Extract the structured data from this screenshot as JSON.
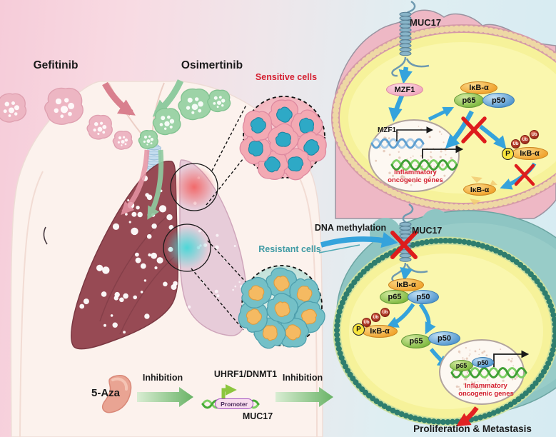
{
  "header": {
    "gefitinib": "Gefitinib",
    "osimertinib": "Osimertinib"
  },
  "callouts": {
    "sensitive": "Sensitive cells",
    "resistant": "Resistant cells"
  },
  "proteins": {
    "muc17": "MUC17",
    "mzf1": "MZF1",
    "ikba": "IκB-α",
    "p65": "p65",
    "p50": "p50",
    "ub": "Ub",
    "phospho": "P"
  },
  "nucleus": {
    "genes_line1": "Inflammatory",
    "genes_line2": "oncogenic genes"
  },
  "annotations": {
    "dna_methylation": "DNA methylation",
    "outcome": "Proliferation & Metastasis"
  },
  "pathway": {
    "drug": "5-Aza",
    "inhibition1": "Inhibition",
    "enzymes": "UHRF1/DNMT1",
    "promoter": "Promoter",
    "gene": "MUC17",
    "inhibition2": "Inhibition"
  },
  "colors": {
    "arrow_blue": "#35a3dc",
    "cross_red": "#de1c1c",
    "sensitive_red": "#d41f30",
    "resistant_teal": "#3f9aa4",
    "ikba_orange": "#f0a32d",
    "p65_green": "#7cb73c",
    "p50_blue": "#4e94cd",
    "membrane_tan": "#eed8a4",
    "membrane_teal": "#2e7d6e",
    "cytoplasm_yellow": "#f6f29a",
    "extracellular_pink": "#eeb8c5",
    "extracellular_teal": "#8ec5c3"
  }
}
